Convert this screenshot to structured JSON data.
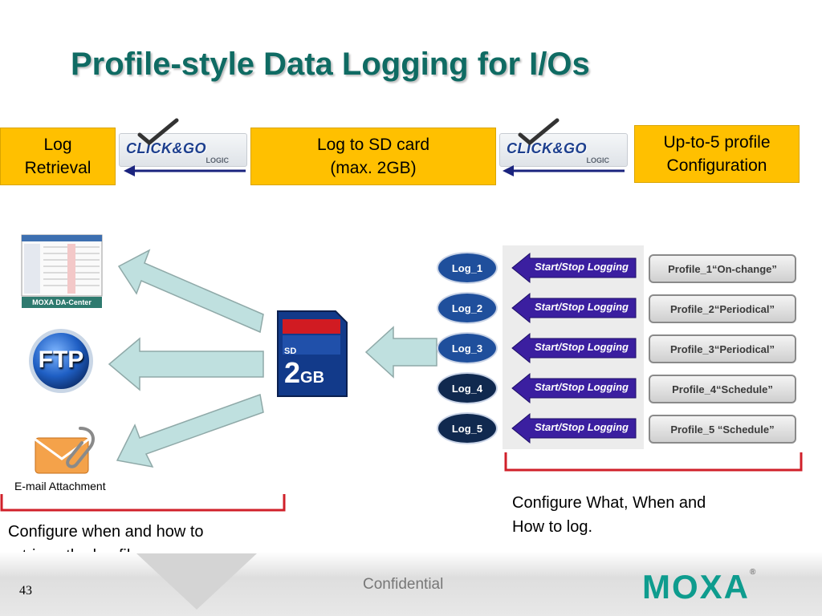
{
  "title": "Profile-style Data Logging for I/Os",
  "top_row": {
    "log_retrieval": [
      "Log",
      "Retrieval"
    ],
    "sd_card": [
      "Log to SD card",
      "(max. 2GB)"
    ],
    "profile_config": [
      "Up-to-5 profile",
      "Configuration"
    ],
    "logo": {
      "text": "CLICK&GO",
      "sub": "LOGIC"
    }
  },
  "left_targets": {
    "da_center": "MOXA DA-Center",
    "ftp": "FTP",
    "email": "E-mail Attachment"
  },
  "sd_icon": {
    "label": "SD",
    "size_num": "2",
    "size_unit": "GB"
  },
  "logs": [
    {
      "name": "Log_1",
      "action": "Start/Stop Logging",
      "profile": "Profile_1“On-change”"
    },
    {
      "name": "Log_2",
      "action": "Start/Stop Logging",
      "profile": "Profile_2“Periodical”"
    },
    {
      "name": "Log_3",
      "action": "Start/Stop Logging",
      "profile": "Profile_3“Periodical”"
    },
    {
      "name": "Log_4",
      "action": "Start/Stop Logging",
      "profile": "Profile_4“Schedule”"
    },
    {
      "name": "Log_5",
      "action": "Start/Stop Logging",
      "profile": "Profile_5 “Schedule”"
    }
  ],
  "captions": {
    "left": [
      "Configure when and how to",
      "retrieve the log files"
    ],
    "right": [
      "Configure What, When and",
      "How to log."
    ]
  },
  "footer": {
    "page_number": "43",
    "confidential": "Confidential",
    "brand": "MOXA"
  },
  "colors": {
    "title": "#0f6b63",
    "yellow_box": "#ffc000",
    "bracket": "#d0202a",
    "arrow_fill": "#bfe0df",
    "log_oval_light": "#1f4f9c",
    "log_oval_dark": "#10294f",
    "start_stop": "#3b1fa0"
  }
}
